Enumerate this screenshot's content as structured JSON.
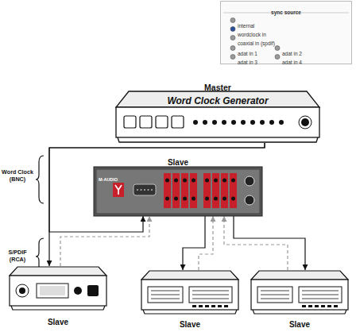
{
  "diagram": {
    "nodes": [
      {
        "text": [
          "sync source",
          "internal",
          "wordclock in",
          "coaxial in (spdif)",
          "adat in 1",
          "adat in 2",
          "adat in 3",
          "adat in 4"
        ]
      },
      {
        "text": [
          "Master",
          "Word Clock Generator"
        ]
      },
      {
        "text": [
          "Slave",
          "M-AUDIO"
        ]
      },
      {
        "text": [
          "Slave"
        ]
      },
      {
        "text": [
          "Slave"
        ]
      },
      {
        "text": [
          "Slave"
        ]
      }
    ],
    "edges": [
      {
        "from": 1,
        "to": 2,
        "arrow": "to"
      },
      {
        "from": 1,
        "to": 3,
        "arrow": "to"
      },
      {
        "from": 3,
        "to": 2,
        "arrow": "to"
      },
      {
        "from": 2,
        "to": 4,
        "arrow": "to"
      },
      {
        "from": 4,
        "to": 2,
        "arrow": "to"
      },
      {
        "from": 2,
        "to": 5,
        "arrow": "to"
      },
      {
        "from": 5,
        "to": 2,
        "arrow": "to"
      }
    ],
    "labels": [
      "Word Clock (BNC)",
      "S/PDIF (RCA)"
    ]
  }
}
